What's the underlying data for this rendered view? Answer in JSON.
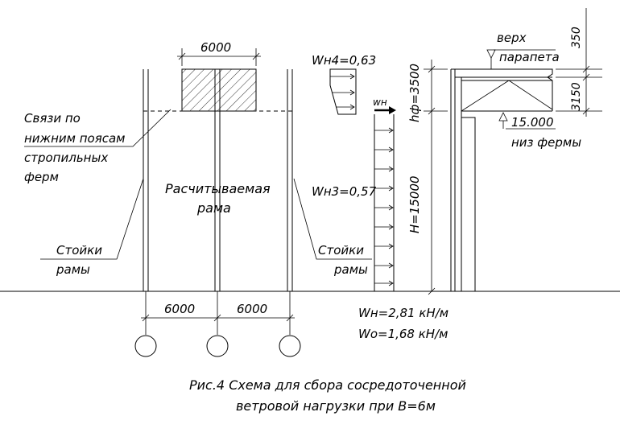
{
  "labels": {
    "dim_top_6000": "6000",
    "bracing_line1": "Связи по",
    "bracing_line2": "нижним поясам",
    "bracing_line3": "стропильных",
    "bracing_line4": "ферм",
    "design_frame_line1": "Расчитываемая",
    "design_frame_line2": "рама",
    "columns_left_line1": "Стойки",
    "columns_left_line2": "рамы",
    "columns_right_line1": "Стойки",
    "columns_right_line2": "рамы",
    "dim_bottom_left": "6000",
    "dim_bottom_right": "6000",
    "wh4": "Wн4=0,63",
    "wh3": "Wн3=0,57",
    "wn": "wн",
    "hf": "hф=3500",
    "H": "H=15000",
    "top_label1": "верх",
    "top_label2": "парапета",
    "dim_350": "350",
    "dim_3150": "3150",
    "level_15000": "15.000",
    "truss_bottom": "низ фермы",
    "wind_wh": "Wн=2,81 кН/м",
    "wind_wo": "Wо=1,68 кН/м",
    "caption_line1": "Рис.4 Схема для сбора сосредоточенной",
    "caption_line2": "ветровой нагрузки при B=6м"
  }
}
